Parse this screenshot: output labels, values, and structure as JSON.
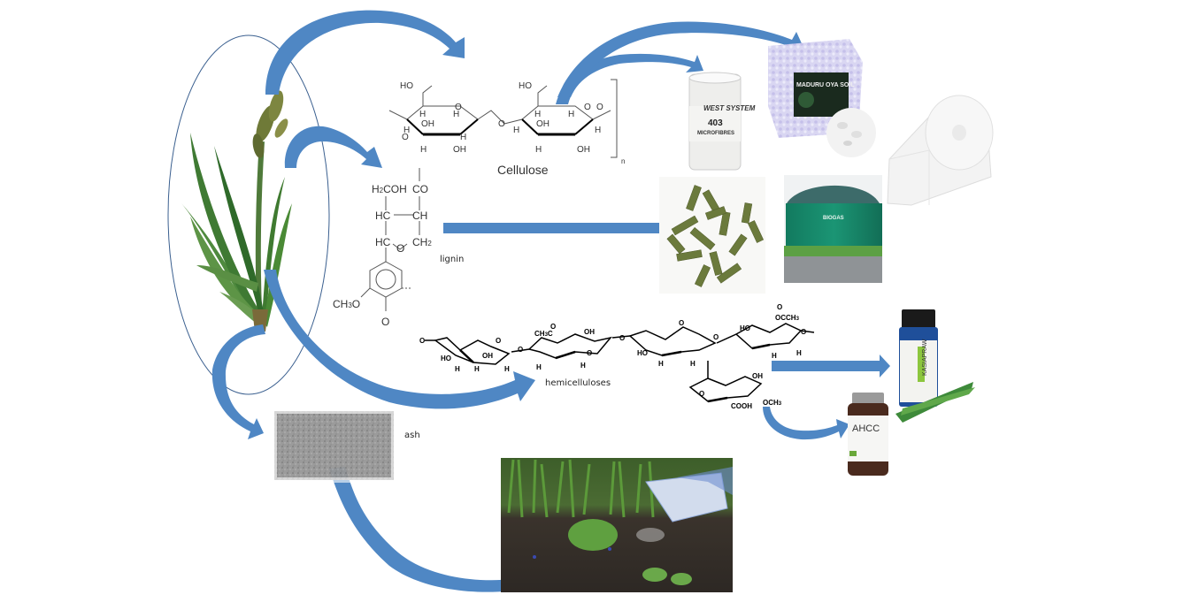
{
  "diagram": {
    "title": "Biomass valorisation diagram of sedge plant",
    "arrow_color": "#4f87c4",
    "source": {
      "name": "sedge-plant",
      "description": "Green sedge plant enclosed in ellipse"
    },
    "components": {
      "cellulose": {
        "label": "Cellulose",
        "subscript": "n",
        "atoms": [
          "HO",
          "H",
          "O",
          "OH",
          "H",
          "H",
          "OH",
          "H",
          "O",
          "HO",
          "H",
          "O",
          "OH",
          "H",
          "H",
          "OH",
          "H",
          "O"
        ]
      },
      "lignin": {
        "label": "lignin",
        "groups": [
          "H2COH",
          "CO",
          "HC",
          "CH",
          "HC",
          "O",
          "CH2",
          "CH3O",
          "O",
          "..."
        ]
      },
      "hemicelluloses": {
        "label": "hemicelluloses",
        "groups": [
          "O",
          "HO",
          "OH",
          "H",
          "CH3C",
          "O",
          "OH",
          "O",
          "HO",
          "O",
          "OCCH3",
          "O",
          "OH",
          "COOH",
          "OCH3"
        ]
      },
      "ash": {
        "label": "ash"
      }
    },
    "products": {
      "microfibres": {
        "brand": "WEST SYSTEM",
        "code": "403",
        "name": "MICROFIBRES"
      },
      "soil": {
        "name": "MADURU OYA SOIL"
      },
      "cotton_roll": {
        "name": "cotton roll"
      },
      "pellets": {
        "name": "pellets"
      },
      "biogas": {
        "name": "BIOGAS"
      },
      "ahcc": {
        "name": "AHCC"
      },
      "essential_oil": {
        "brand": "KASIAPRAW"
      },
      "fertilizer": {
        "name": "ash fertilizer on garden soil"
      }
    }
  }
}
